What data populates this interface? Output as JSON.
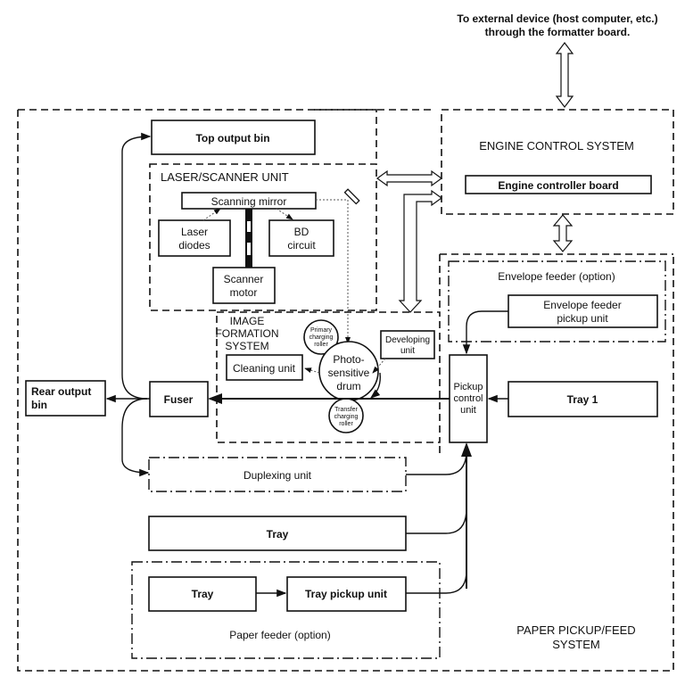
{
  "diagram": {
    "external": {
      "line1": "To external device (host computer, etc.)",
      "line2": "through the formatter board."
    },
    "engine_control": {
      "title": "ENGINE CONTROL SYSTEM",
      "board": "Engine controller board"
    },
    "top_output_bin": "Top output  bin",
    "laser_scanner": {
      "title": "LASER/SCANNER UNIT",
      "scanning_mirror": "Scanning mirror",
      "laser_diodes": [
        "Laser",
        "diodes"
      ],
      "bd_circuit": [
        "BD",
        "circuit"
      ],
      "scanner_motor": [
        "Scanner",
        "motor"
      ]
    },
    "image_formation": {
      "title": [
        "IMAGE",
        "FORMATION",
        "SYSTEM"
      ],
      "primary_roller": [
        "Primary",
        "charging",
        "roller"
      ],
      "developing_unit": [
        "Developing",
        "unit"
      ],
      "cleaning_unit": "Cleaning unit",
      "drum": [
        "Photo-",
        "sensitive",
        "drum"
      ],
      "transfer_roller": [
        "Transfer",
        "charging",
        "roller"
      ]
    },
    "rear_output_bin": [
      "Rear output",
      "bin"
    ],
    "fuser": "Fuser",
    "envelope_feeder": {
      "title": "Envelope feeder (option)",
      "pickup_unit": [
        "Envelope feeder",
        "pickup unit"
      ]
    },
    "pickup_control": [
      "Pickup",
      "control",
      "unit"
    ],
    "tray1": "Tray 1",
    "duplexing_unit": "Duplexing unit",
    "tray": "Tray",
    "paper_feeder": {
      "title": "Paper feeder (option)",
      "tray": "Tray",
      "tray_pickup_unit": "Tray pickup unit"
    },
    "paper_pickup_system": [
      "PAPER PICKUP/FEED",
      "SYSTEM"
    ]
  }
}
